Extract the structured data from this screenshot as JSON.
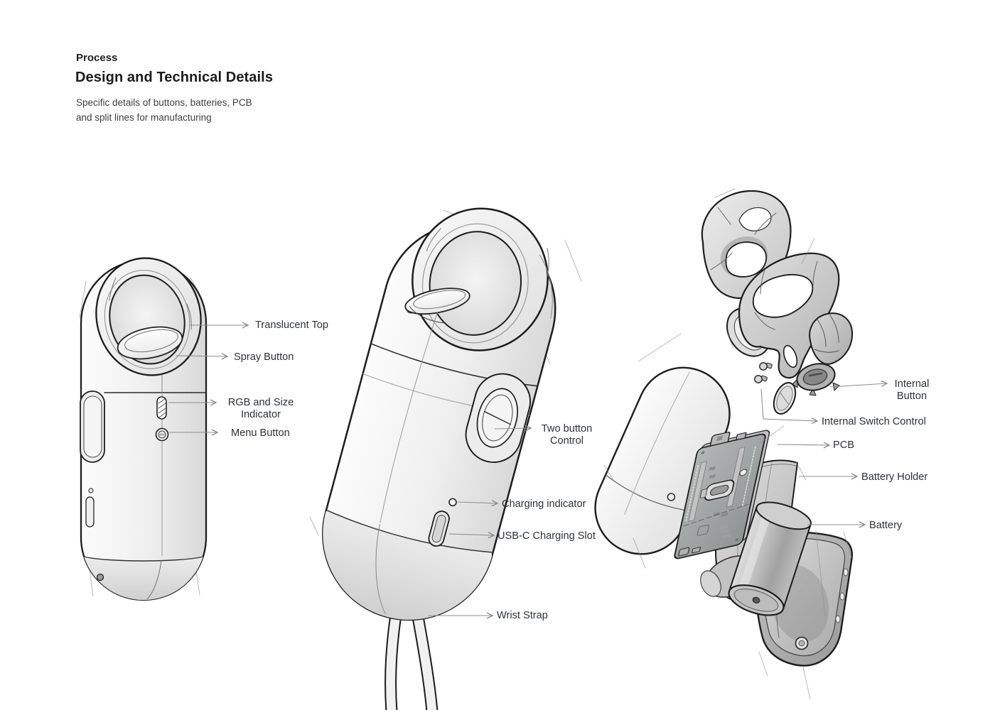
{
  "header": {
    "eyebrow": "Process",
    "title": "Design and Technical Details",
    "subtitle_line1": "Specific details of buttons, batteries, PCB",
    "subtitle_line2": "and split lines for manufacturing"
  },
  "annotations": {
    "front": {
      "translucent_top": "Translucent Top",
      "spray_button": "Spray Button",
      "rgb_line1": "RGB and Size",
      "rgb_line2": "Indicator",
      "menu_button": "Menu Button"
    },
    "side": {
      "two_button_line1": "Two button",
      "two_button_line2": "Control",
      "charging_indicator": "Charging indicator",
      "usb_c": "USB-C Charging Slot",
      "wrist_strap": "Wrist Strap"
    },
    "exploded": {
      "internal_button_line1": "Internal",
      "internal_button_line2": "Button",
      "internal_switch": "Internal Switch Control",
      "pcb": "PCB",
      "battery_holder": "Battery Holder",
      "battery": "Battery"
    }
  },
  "colors": {
    "background": "#ffffff",
    "outline": "#1d1d1d",
    "leader": "#8a8a8a",
    "label_text": "#2e3237",
    "subtitle_text": "#3f3f3f"
  }
}
